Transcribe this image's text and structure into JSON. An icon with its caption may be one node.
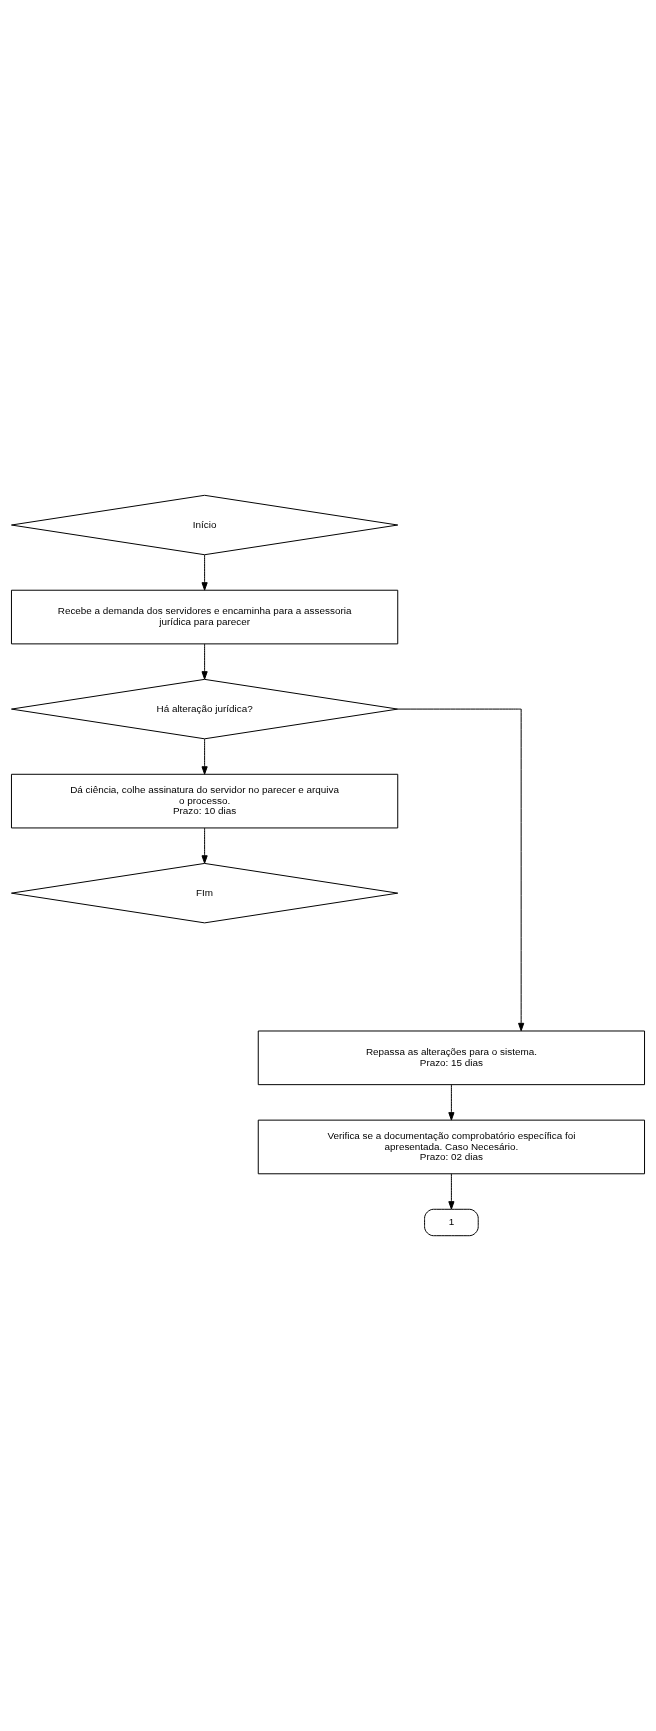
{
  "diagram": {
    "nodes": [
      {
        "text": [
          "Início"
        ]
      },
      {
        "text": [
          "Recebe a demanda dos servidores e encaminha para a assessoria jurídica para parecer"
        ]
      },
      {
        "text": [
          "Há alteração jurídica?"
        ]
      },
      {
        "text": [
          "Dá ciência, colhe assinatura do servidor no parecer e arquiva o processo.",
          "Prazo: 10 dias"
        ]
      },
      {
        "text": [
          "FIm"
        ]
      },
      {
        "text": [
          "Repassa as alterações para o sistema.",
          "Prazo: 15 dias"
        ]
      },
      {
        "text": [
          "Verifica se a documentação comprobatório específica foi apresentada. Caso Necesário.",
          "Prazo: 02 dias"
        ]
      },
      {
        "text": [
          "1"
        ]
      }
    ],
    "edges": [
      {
        "from": 0,
        "to": 1,
        "arrow": "to"
      },
      {
        "from": 1,
        "to": 2,
        "arrow": "to"
      },
      {
        "from": 2,
        "to": 3,
        "arrow": "to"
      },
      {
        "from": 3,
        "to": 4,
        "arrow": "to"
      },
      {
        "from": 2,
        "to": 5,
        "arrow": "to"
      },
      {
        "from": 5,
        "to": 6,
        "arrow": "to"
      },
      {
        "from": 6,
        "to": 7,
        "arrow": "to"
      }
    ]
  }
}
